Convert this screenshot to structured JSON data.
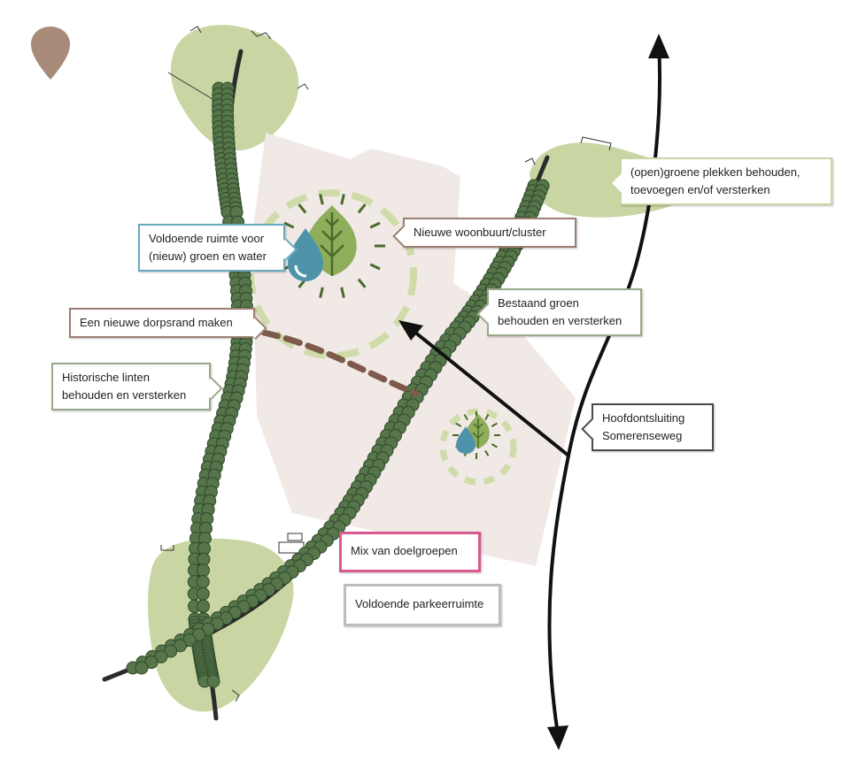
{
  "colors": {
    "green_area": "#c9d6a3",
    "tree_dark": "#56754a",
    "tree_outline": "#2f4a2a",
    "road": "#2b2b2b",
    "plan_area": "#f0e9e6",
    "dashed_green": "#cfdca9",
    "dorpsrand": "#7d5a4a",
    "drop_blue": "#4f93ab",
    "leaf_green": "#8fae5c",
    "pin_brown": "#a88a78",
    "box_blue": "#6aa8c0",
    "box_brown": "#9b7f72",
    "box_green": "#98a888",
    "box_lightgreen": "#c9d6a3",
    "box_dark": "#4a4a4a",
    "box_pink": "#d9588f",
    "box_gray": "#bdbdbd"
  },
  "icons": {
    "pin": "location-pin-icon",
    "leaf": "leaf-icon",
    "drop": "water-drop-icon",
    "arrow": "double-arrow-icon"
  },
  "labels": {
    "groen_water": {
      "lines": [
        "Voldoende ruimte voor",
        "(nieuw) groen en water"
      ]
    },
    "woonbuurt": {
      "lines": [
        "Nieuwe woonbuurt/cluster"
      ]
    },
    "open_groen": {
      "lines": [
        "(open)groene plekken behouden,",
        "toevoegen en/of versterken"
      ]
    },
    "dorpsrand": {
      "lines": [
        "Een nieuwe dorpsrand maken"
      ]
    },
    "bestaand_groen": {
      "lines": [
        "Bestaand groen",
        "behouden en versterken"
      ]
    },
    "historische_linten": {
      "lines": [
        "Historische linten",
        "behouden en versterken"
      ]
    },
    "hoofdontsluiting": {
      "lines": [
        "Hoofdontsluiting",
        "Somerenseweg"
      ]
    },
    "doelgroepen": {
      "lines": [
        "Mix van doelgroepen"
      ]
    },
    "parkeerruimte": {
      "lines": [
        "Voldoende parkeerruimte"
      ]
    }
  }
}
